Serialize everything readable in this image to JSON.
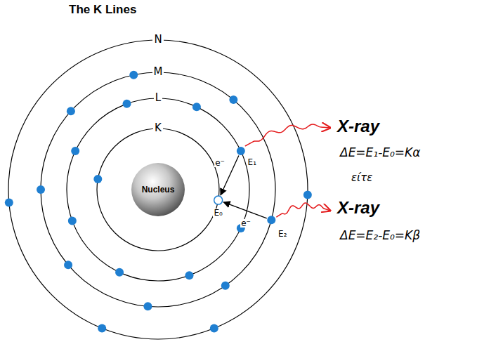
{
  "diagram": {
    "title": "The K Lines",
    "nodes": [
      {
        "text": [
          "Nucleus"
        ]
      }
    ],
    "labels": [
      "N",
      "M",
      "L",
      "K",
      "E₁",
      "E₀",
      "e⁻",
      "E₂",
      "e⁻",
      "X-ray",
      "ΔE=E₁-E₀=Kα",
      "είτε",
      "X-ray",
      "ΔE=E₂-E₀=Kβ"
    ]
  }
}
